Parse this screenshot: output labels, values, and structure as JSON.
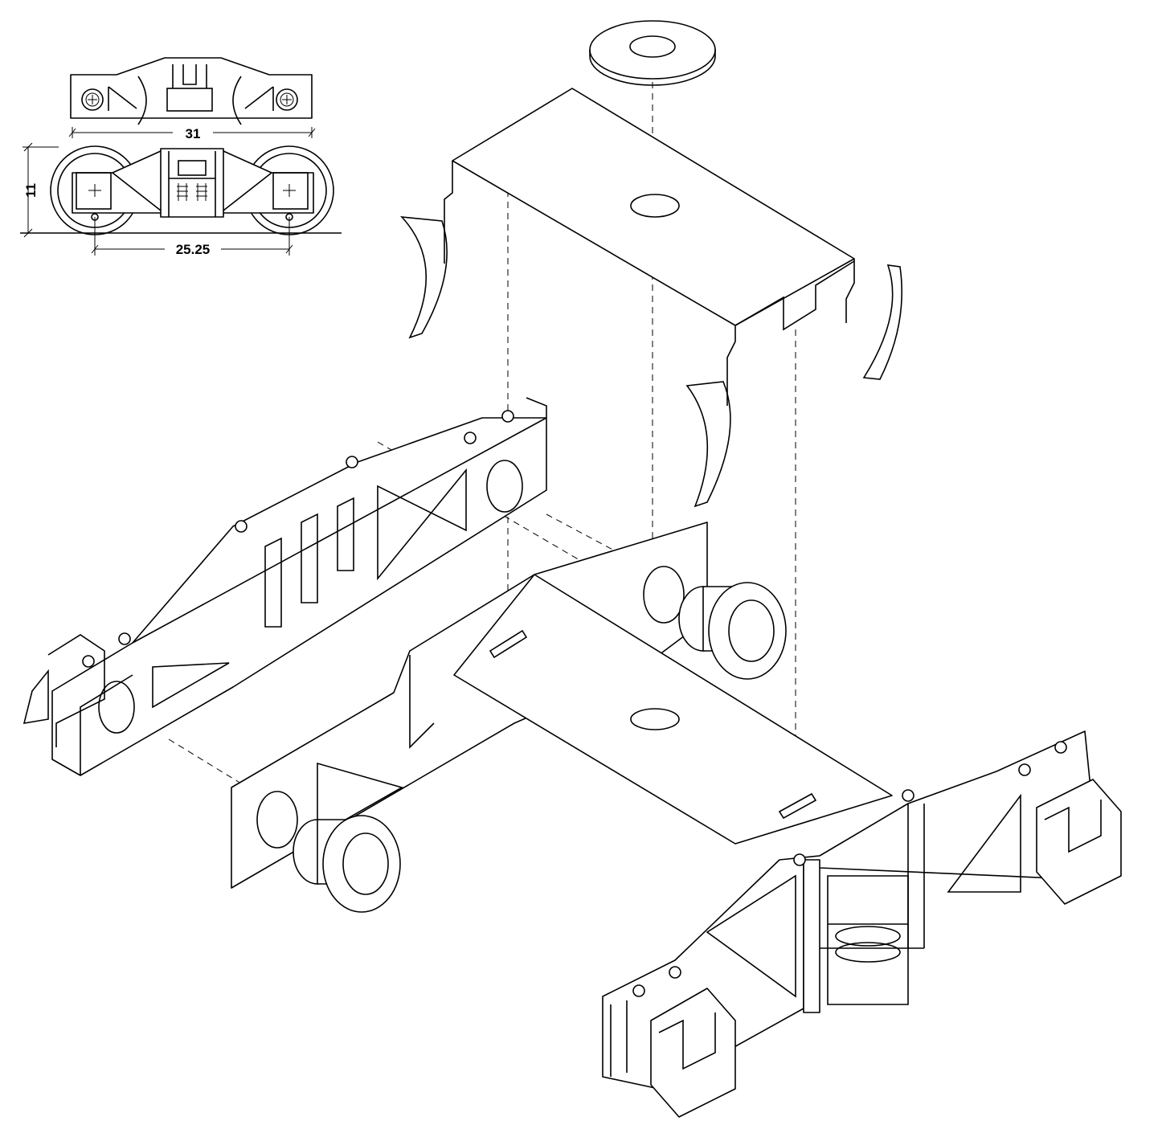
{
  "drawing": {
    "dimensions": {
      "frame_length": "31",
      "height": "11",
      "wheelbase": "25.25"
    },
    "line_color": "#000000",
    "background": "#ffffff"
  }
}
